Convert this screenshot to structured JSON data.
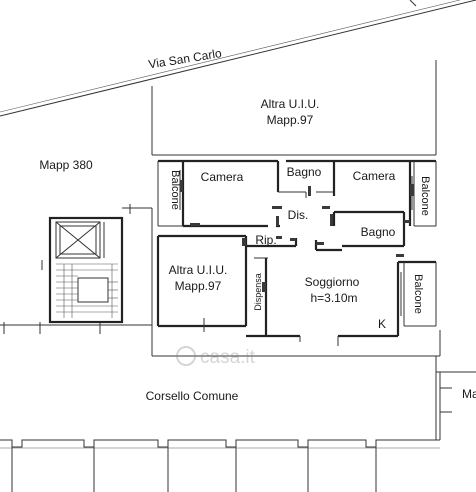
{
  "street_label": "Via San Carlo",
  "neighbor_top": {
    "line1": "Altra U.I.U.",
    "line2": "Mapp.97"
  },
  "neighbor_left": "Mapp 380",
  "neighbor_inner": {
    "line1": "Altra U.I.U.",
    "line2": "Mapp.97"
  },
  "rooms": {
    "camera_left": "Camera",
    "bagno_top": "Bagno",
    "camera_right": "Camera",
    "balcone_left": "Balcone",
    "balcone_right_top": "Balcone",
    "balcone_right_bottom": "Balcone",
    "dis": "Dis.",
    "bagno_right": "Bagno",
    "rip": "Rip.",
    "dispensa": "Dispensa",
    "soggiorno": "Soggiorno",
    "height": "h=3.10m",
    "kitchen_mark": "K"
  },
  "courtyard_label": "Corsello Comune",
  "edge_label": "Ma",
  "watermark": "casa.it"
}
